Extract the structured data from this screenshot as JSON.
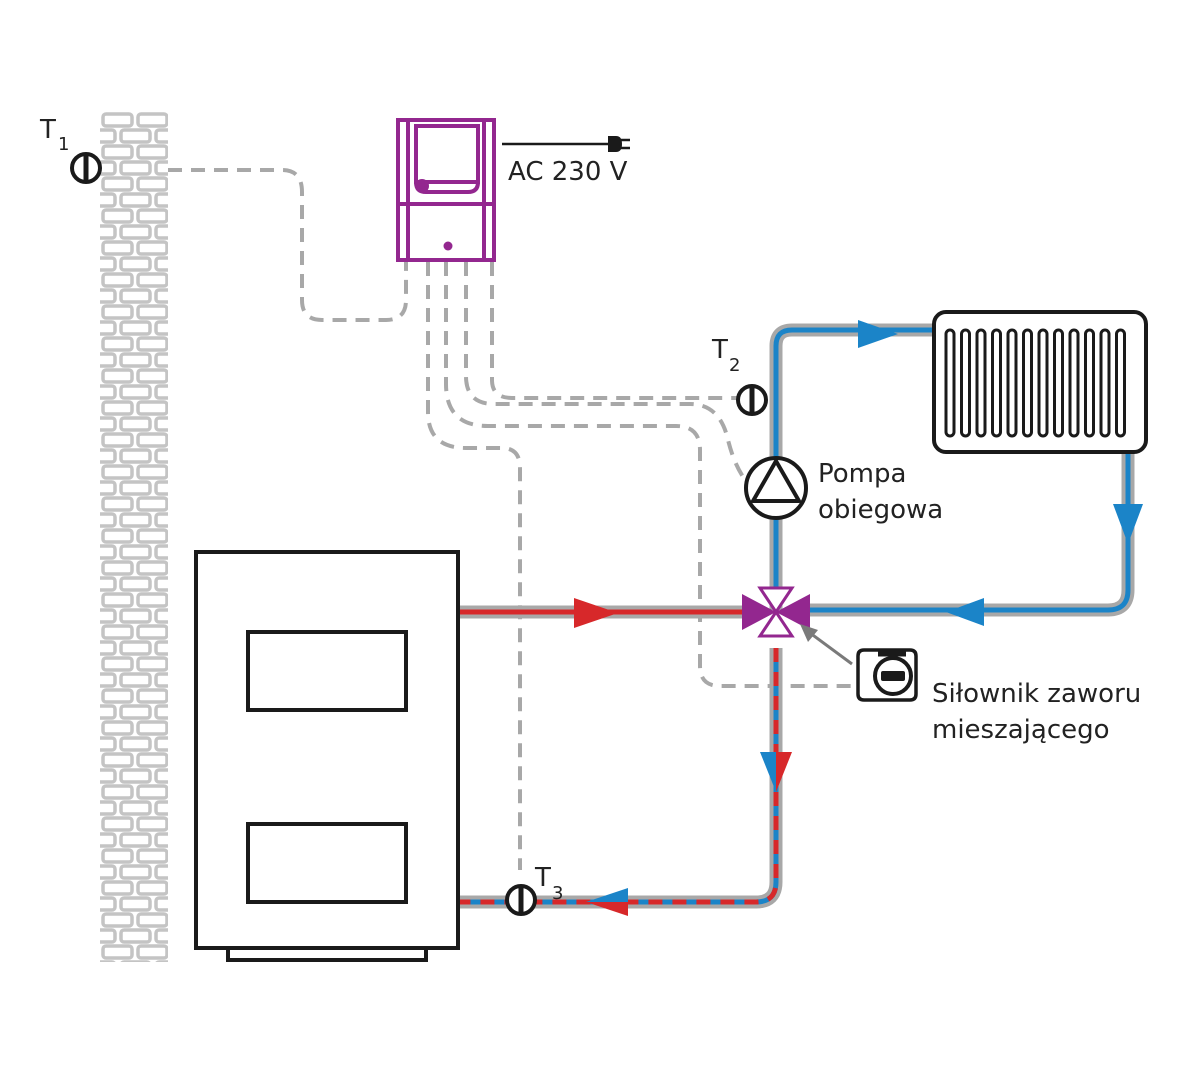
{
  "labels": {
    "t1_main": "T",
    "t1_sub": "1",
    "t2_main": "T",
    "t2_sub": "2",
    "t3_main": "T",
    "t3_sub": "3",
    "power": "AC 230 V",
    "pump_line1": "Pompa",
    "pump_line2": "obiegowa",
    "actuator_line1": "Siłownik zaworu",
    "actuator_line2": "mieszającego"
  },
  "colors": {
    "controller": "#93278f",
    "supply_hot": "#d7282a",
    "return_cold": "#1b84c8",
    "pipe_casing": "#a8a8a8",
    "signal_wire": "#a8a8a8",
    "outline": "#1a1a1a",
    "wall_brick": "#c4c4c4"
  },
  "icons": {
    "wall": "brick-wall-icon",
    "sensor": "temperature-sensor-icon",
    "controller": "controller-unit-icon",
    "plug": "power-plug-icon",
    "radiator": "radiator-icon",
    "pump": "circulation-pump-icon",
    "valve": "mixing-valve-icon",
    "actuator": "valve-actuator-icon",
    "boiler": "boiler-icon"
  }
}
